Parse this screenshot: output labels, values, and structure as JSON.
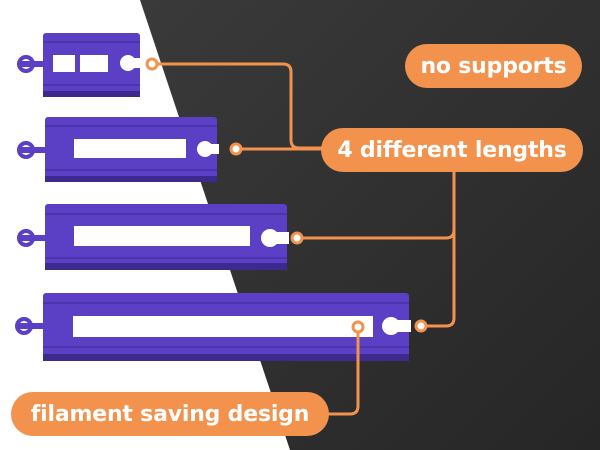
{
  "labels": {
    "no_supports": "no supports",
    "different_lengths": "4 different lengths",
    "filament_saving": "filament saving design"
  },
  "colors": {
    "orange": "#f2924c",
    "track_purple": "#5b3fc4",
    "track_shadow": "#3e2a8f",
    "dark_background": "#2f2f2f",
    "light_background": "#ffffff",
    "label_text": "#ffffff"
  },
  "items": {
    "track_pieces": [
      {
        "name": "track-piece-shortest"
      },
      {
        "name": "track-piece-short"
      },
      {
        "name": "track-piece-medium"
      },
      {
        "name": "track-piece-long"
      }
    ]
  }
}
